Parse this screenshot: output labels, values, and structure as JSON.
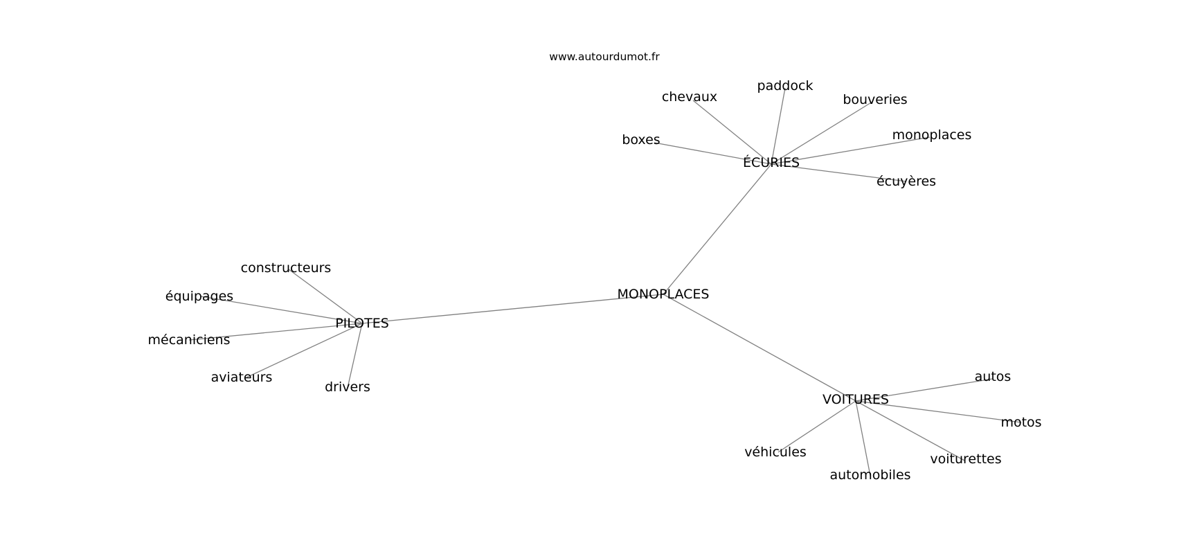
{
  "site": "www.autourdumot.fr",
  "colors": {
    "edge": "#808080",
    "text": "#000000",
    "background": "#ffffff"
  },
  "graph": {
    "center": "MONOPLACES",
    "groups": [
      {
        "hub": "ÉCURIES",
        "leaves": [
          "chevaux",
          "paddock",
          "bouveries",
          "boxes",
          "monoplaces",
          "écuyères"
        ]
      },
      {
        "hub": "PILOTES",
        "leaves": [
          "constructeurs",
          "équipages",
          "mécaniciens",
          "aviateurs",
          "drivers"
        ]
      },
      {
        "hub": "VOITURES",
        "leaves": [
          "autos",
          "motos",
          "véhicules",
          "voiturettes",
          "automobiles"
        ]
      }
    ]
  }
}
